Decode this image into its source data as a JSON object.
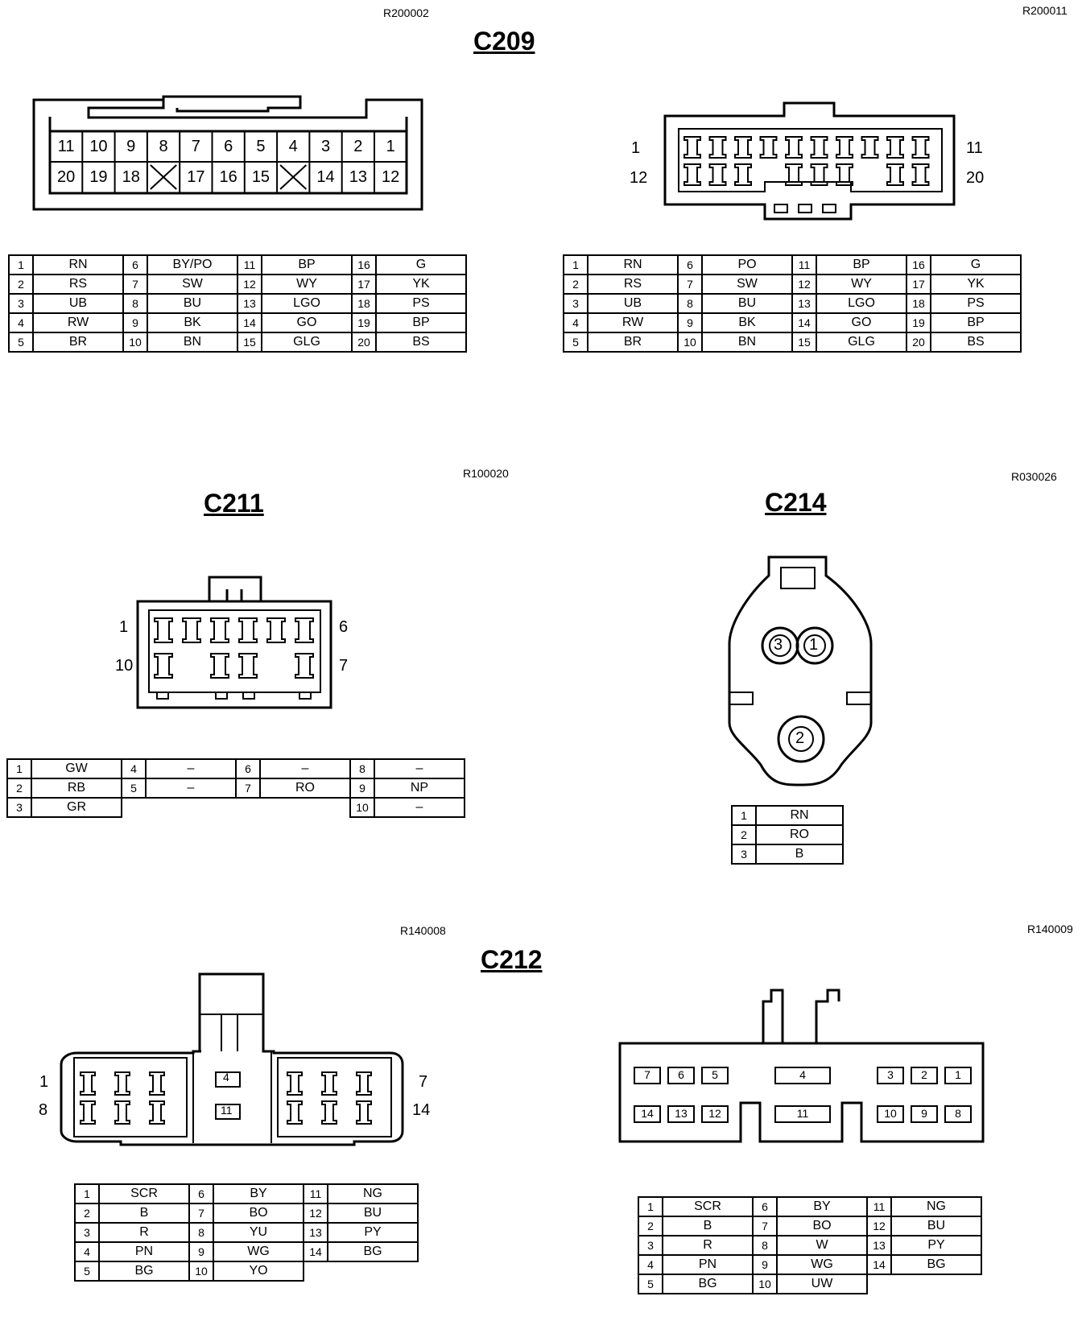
{
  "refs": {
    "r1": "R200002",
    "r2": "R200011",
    "r3": "R100020",
    "r4": "R030026",
    "r5": "R140008",
    "r6": "R140009"
  },
  "titles": {
    "c209": "C209",
    "c211": "C211",
    "c214": "C214",
    "c212": "C212"
  },
  "c209_face_a": {
    "top_row": [
      "11",
      "10",
      "9",
      "8",
      "7",
      "6",
      "5",
      "4",
      "3",
      "2",
      "1"
    ],
    "bottom_row": [
      "20",
      "19",
      "18",
      "",
      "17",
      "16",
      "15",
      "",
      "14",
      "13",
      "12"
    ]
  },
  "c209_face_b_labels": {
    "tl": "1",
    "bl": "12",
    "tr": "11",
    "br": "20"
  },
  "c211_labels": {
    "tl": "1",
    "bl": "10",
    "tr": "6",
    "br": "7"
  },
  "c214_pins": {
    "p3": "3",
    "p1": "1",
    "p2": "2"
  },
  "c212a_labels": {
    "tl": "1",
    "bl": "8",
    "tr": "7",
    "br": "14",
    "mid_top": "4",
    "mid_bot": "11"
  },
  "c212b_pins": {
    "top": [
      "7",
      "6",
      "5",
      "4",
      "3",
      "2",
      "1"
    ],
    "bottom": [
      "14",
      "13",
      "12",
      "11",
      "10",
      "9",
      "8"
    ]
  },
  "table_c209a": [
    [
      "1",
      "RN",
      "6",
      "BY/PO",
      "11",
      "BP",
      "16",
      "G"
    ],
    [
      "2",
      "RS",
      "7",
      "SW",
      "12",
      "WY",
      "17",
      "YK"
    ],
    [
      "3",
      "UB",
      "8",
      "BU",
      "13",
      "LGO",
      "18",
      "PS"
    ],
    [
      "4",
      "RW",
      "9",
      "BK",
      "14",
      "GO",
      "19",
      "BP"
    ],
    [
      "5",
      "BR",
      "10",
      "BN",
      "15",
      "GLG",
      "20",
      "BS"
    ]
  ],
  "table_c209b": [
    [
      "1",
      "RN",
      "6",
      "PO",
      "11",
      "BP",
      "16",
      "G"
    ],
    [
      "2",
      "RS",
      "7",
      "SW",
      "12",
      "WY",
      "17",
      "YK"
    ],
    [
      "3",
      "UB",
      "8",
      "BU",
      "13",
      "LGO",
      "18",
      "PS"
    ],
    [
      "4",
      "RW",
      "9",
      "BK",
      "14",
      "GO",
      "19",
      "BP"
    ],
    [
      "5",
      "BR",
      "10",
      "BN",
      "15",
      "GLG",
      "20",
      "BS"
    ]
  ],
  "table_c211": [
    [
      "1",
      "GW",
      "4",
      "–",
      "6",
      "–",
      "8",
      "–"
    ],
    [
      "2",
      "RB",
      "5",
      "–",
      "7",
      "RO",
      "9",
      "NP"
    ],
    [
      "3",
      "GR",
      "",
      "",
      "",
      "",
      "10",
      "–"
    ]
  ],
  "table_c214": [
    [
      "1",
      "RN"
    ],
    [
      "2",
      "RO"
    ],
    [
      "3",
      "B"
    ]
  ],
  "table_c212a": [
    [
      "1",
      "SCR",
      "6",
      "BY",
      "11",
      "NG"
    ],
    [
      "2",
      "B",
      "7",
      "BO",
      "12",
      "BU"
    ],
    [
      "3",
      "R",
      "8",
      "YU",
      "13",
      "PY"
    ],
    [
      "4",
      "PN",
      "9",
      "WG",
      "14",
      "BG"
    ],
    [
      "5",
      "BG",
      "10",
      "YO",
      "",
      ""
    ]
  ],
  "table_c212b": [
    [
      "1",
      "SCR",
      "6",
      "BY",
      "11",
      "NG"
    ],
    [
      "2",
      "B",
      "7",
      "BO",
      "12",
      "BU"
    ],
    [
      "3",
      "R",
      "8",
      "W",
      "13",
      "PY"
    ],
    [
      "4",
      "PN",
      "9",
      "WG",
      "14",
      "BG"
    ],
    [
      "5",
      "BG",
      "10",
      "UW",
      "",
      ""
    ]
  ]
}
